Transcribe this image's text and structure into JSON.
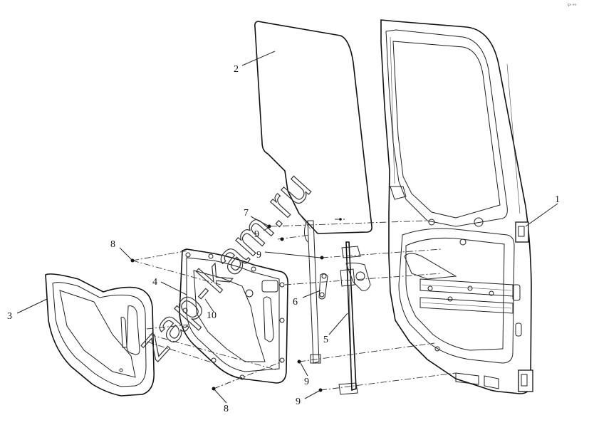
{
  "diagram": {
    "corner_mark": "ç» ««",
    "watermark": "zap-kam.ru",
    "callouts": [
      {
        "id": "c1",
        "label": "1"
      },
      {
        "id": "c2",
        "label": "2"
      },
      {
        "id": "c3",
        "label": "3"
      },
      {
        "id": "c4",
        "label": "4"
      },
      {
        "id": "c5",
        "label": "5"
      },
      {
        "id": "c6",
        "label": "6"
      },
      {
        "id": "c7",
        "label": "7"
      },
      {
        "id": "c8a",
        "label": "8"
      },
      {
        "id": "c8b",
        "label": "8"
      },
      {
        "id": "c9a",
        "label": "9"
      },
      {
        "id": "c9b",
        "label": "9"
      },
      {
        "id": "c9c",
        "label": "9"
      },
      {
        "id": "c9d",
        "label": "9"
      },
      {
        "id": "c10",
        "label": "10"
      }
    ]
  }
}
